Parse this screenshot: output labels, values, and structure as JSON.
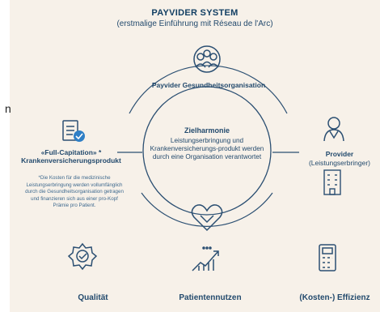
{
  "header": {
    "title": "PAYVIDER SYSTEM",
    "subtitle": "(erstmalige Einführung mit Réseau de l'Arc)"
  },
  "organization": {
    "label": "Payvider Gesundheitsorganisation",
    "icon": "people-group-icon"
  },
  "center": {
    "heading": "Zielharmonie",
    "text": "Leistungserbringung und Krankenversicherungs-produkt werden durch eine Organisation verantwortet"
  },
  "left": {
    "title_line1": "«Full-Capitation» *",
    "title_line2": "Krankenversicherungsprodukt",
    "note": "*Die Kosten für die medizinische Leistungserbringung werden vollumfänglich durch die Gesundheitsorganisation getragen und finanzieren sich aus einer pro-Kopf Prämie pro Patient.",
    "icon": "document-check-icon"
  },
  "right": {
    "title": "Provider",
    "subtitle": "(Leistungserbringer)",
    "icons": [
      "doctor-icon",
      "hospital-building-icon"
    ]
  },
  "handshake_icon": "handshake-icon",
  "bottom": [
    {
      "label": "Qualität",
      "icon": "quality-badge-icon"
    },
    {
      "label": "Patientennutzen",
      "icon": "growth-chart-icon"
    },
    {
      "label": "(Kosten-) Effizienz",
      "icon": "calculator-icon"
    }
  ],
  "left_edge_text": "n",
  "colors": {
    "background": "#f7f1e9",
    "navy": "#234a6d",
    "accent_blue": "#2f7fc6"
  }
}
